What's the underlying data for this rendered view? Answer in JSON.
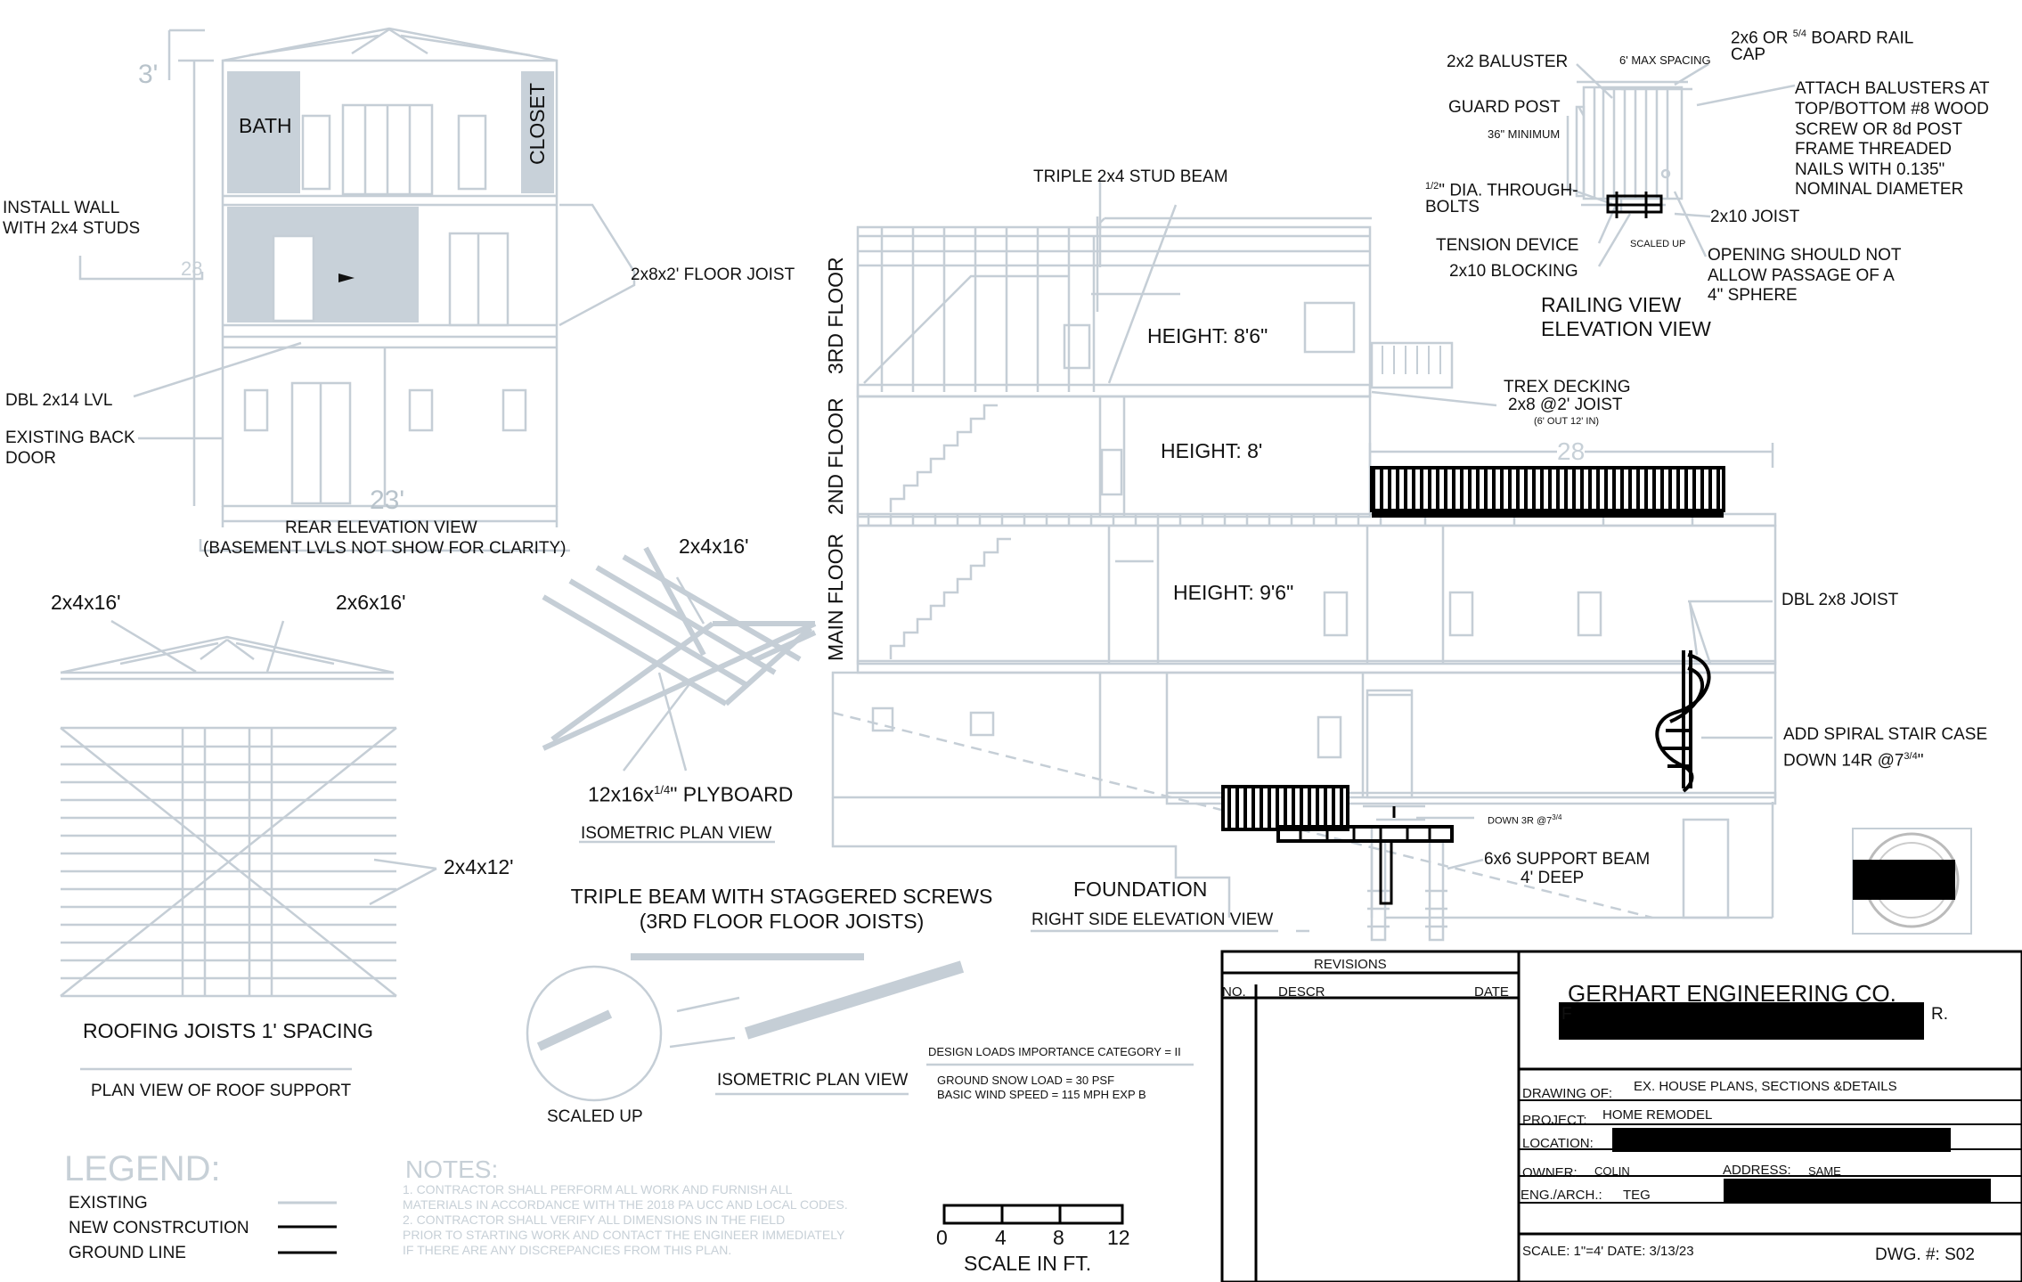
{
  "rear_elevation": {
    "dim_3": "3'",
    "dim_28": "28",
    "dim_23": "23'",
    "bath": "BATH",
    "closet": "CLOSET",
    "install_wall": "INSTALL WALL\nWITH 2x4 STUDS",
    "floor_joist": "2x8x2' FLOOR JOIST",
    "dbl_lvl": "DBL 2x14 LVL",
    "back_door": "EXISTING BACK\nDOOR",
    "title": "REAR ELEVATION VIEW",
    "subtitle": "(BASEMENT LVLS NOT SHOW FOR CLARITY)"
  },
  "roof": {
    "l1": "2x4x16'",
    "l2": "2x6x16'",
    "l3": "2x4x12'",
    "spacing": "ROOFING JOISTS 1' SPACING",
    "title": "PLAN VIEW OF ROOF SUPPORT"
  },
  "isometric": {
    "l1": "2x4x16'",
    "plyboard_a": "12x16x",
    "plyboard_frac": "1/4",
    "plyboard_b": "\" PLYBOARD",
    "title": "ISOMETRIC PLAN VIEW"
  },
  "beam": {
    "title1": "TRIPLE BEAM WITH STAGGERED SCREWS",
    "title2": "(3RD FLOOR FLOOR JOISTS)",
    "scaled_up": "SCALED UP",
    "iso_title": "ISOMETRIC PLAN VIEW"
  },
  "design_loads": {
    "title": "DESIGN LOADS IMPORTANCE CATEGORY = II",
    "snow": "GROUND SNOW LOAD = 30 PSF",
    "wind": "BASIC WIND SPEED = 115 MPH EXP B"
  },
  "legend": {
    "title": "LEGEND:",
    "existing": "EXISTING",
    "new": "NEW CONSTRCUTION",
    "ground": "GROUND LINE"
  },
  "notes": {
    "title": "NOTES:",
    "lines": [
      "1.  CONTRACTOR SHALL PERFORM ALL WORK AND FURNISH ALL",
      "MATERIALS IN ACCORDANCE WITH  THE 2018 PA UCC AND LOCAL CODES.",
      "2.  CONTRACTOR SHALL VERIFY ALL DIMENSIONS IN THE FIELD",
      "PRIOR TO STARTING WORK AND CONTACT THE ENGINEER IMMEDIATELY",
      "IF THERE ARE ANY DISCREPANCIES FROM THIS PLAN."
    ]
  },
  "scale": {
    "ticks": [
      "0",
      "4",
      "8",
      "12"
    ],
    "label": "SCALE IN FT."
  },
  "side_elevation": {
    "floor3": "3RD FLOOR",
    "floor2": "2ND FLOOR",
    "floor_main": "MAIN FLOOR",
    "triple_stud": "TRIPLE 2x4 STUD BEAM",
    "h1": "HEIGHT: 8'6\"",
    "h2": "HEIGHT: 8'",
    "h3": "HEIGHT: 9'6\"",
    "trex": "TREX DECKING",
    "joist": "2x8 @2' JOIST",
    "joist_note": "(6' OUT 12' IN)",
    "dim_28": "28",
    "dbl_joist": "DBL 2x8 JOIST",
    "spiral1": "ADD SPIRAL STAIR CASE",
    "spiral2a": "DOWN 14R @7",
    "spiral2_frac": "3/4",
    "spiral2b": "\"",
    "down3r_a": "DOWN 3R @7",
    "down3r_frac": "3/4",
    "support1": "6x6 SUPPORT BEAM",
    "support2": "4' DEEP",
    "foundation": "FOUNDATION",
    "title": "RIGHT SIDE ELEVATION VIEW"
  },
  "railing": {
    "rail_cap_a": "2x6 OR",
    "rail_cap_frac": "5/4",
    "rail_cap_b": "BOARD RAIL",
    "rail_cap_c": "CAP",
    "baluster": "2x2 BALUSTER",
    "max_spacing": "6' MAX SPACING",
    "guard_post": "GUARD POST",
    "min36": "36\" MINIMUM",
    "attach": [
      "ATTACH BALUSTERS AT",
      "TOP/BOTTOM #8 WOOD",
      "SCREW OR 8d POST",
      "FRAME THREADED",
      "NAILS WITH 0.135\"",
      "NOMINAL DIAMETER"
    ],
    "bolts_frac": "1/2",
    "bolts_a": "\" DIA. THROUGH-",
    "bolts_b": "BOLTS",
    "joist": "2x10 JOIST",
    "tension": "TENSION DEVICE",
    "scaled_up": "SCALED UP",
    "blocking": "2x10 BLOCKING",
    "opening": [
      "OPENING SHOULD NOT",
      "ALLOW PASSAGE OF A",
      "4\" SPHERE"
    ],
    "title1": "RAILING VIEW",
    "title2": "ELEVATION VIEW"
  },
  "title_block": {
    "revisions": "REVISIONS",
    "no": "NO.",
    "descr": "DESCR",
    "date": "DATE",
    "company": "GERHART ENGINEERING CO.",
    "for_prefix": "F",
    "for_suffix": "R.",
    "drawing_of_label": "DRAWING OF:",
    "drawing_of": "EX. HOUSE PLANS, SECTIONS &DETAILS",
    "project_label": "PROJECT:",
    "project": "HOME REMODEL",
    "location_label": "LOCATION:",
    "owner_label": "OWNER:",
    "owner": "COLIN",
    "address_label": "ADDRESS:",
    "address": "SAME",
    "eng_label": "ENG./ARCH.:",
    "eng": "TEG",
    "scale": "SCALE: 1\"=4' DATE: 3/13/23",
    "dwg": "DWG. #:  S02"
  }
}
